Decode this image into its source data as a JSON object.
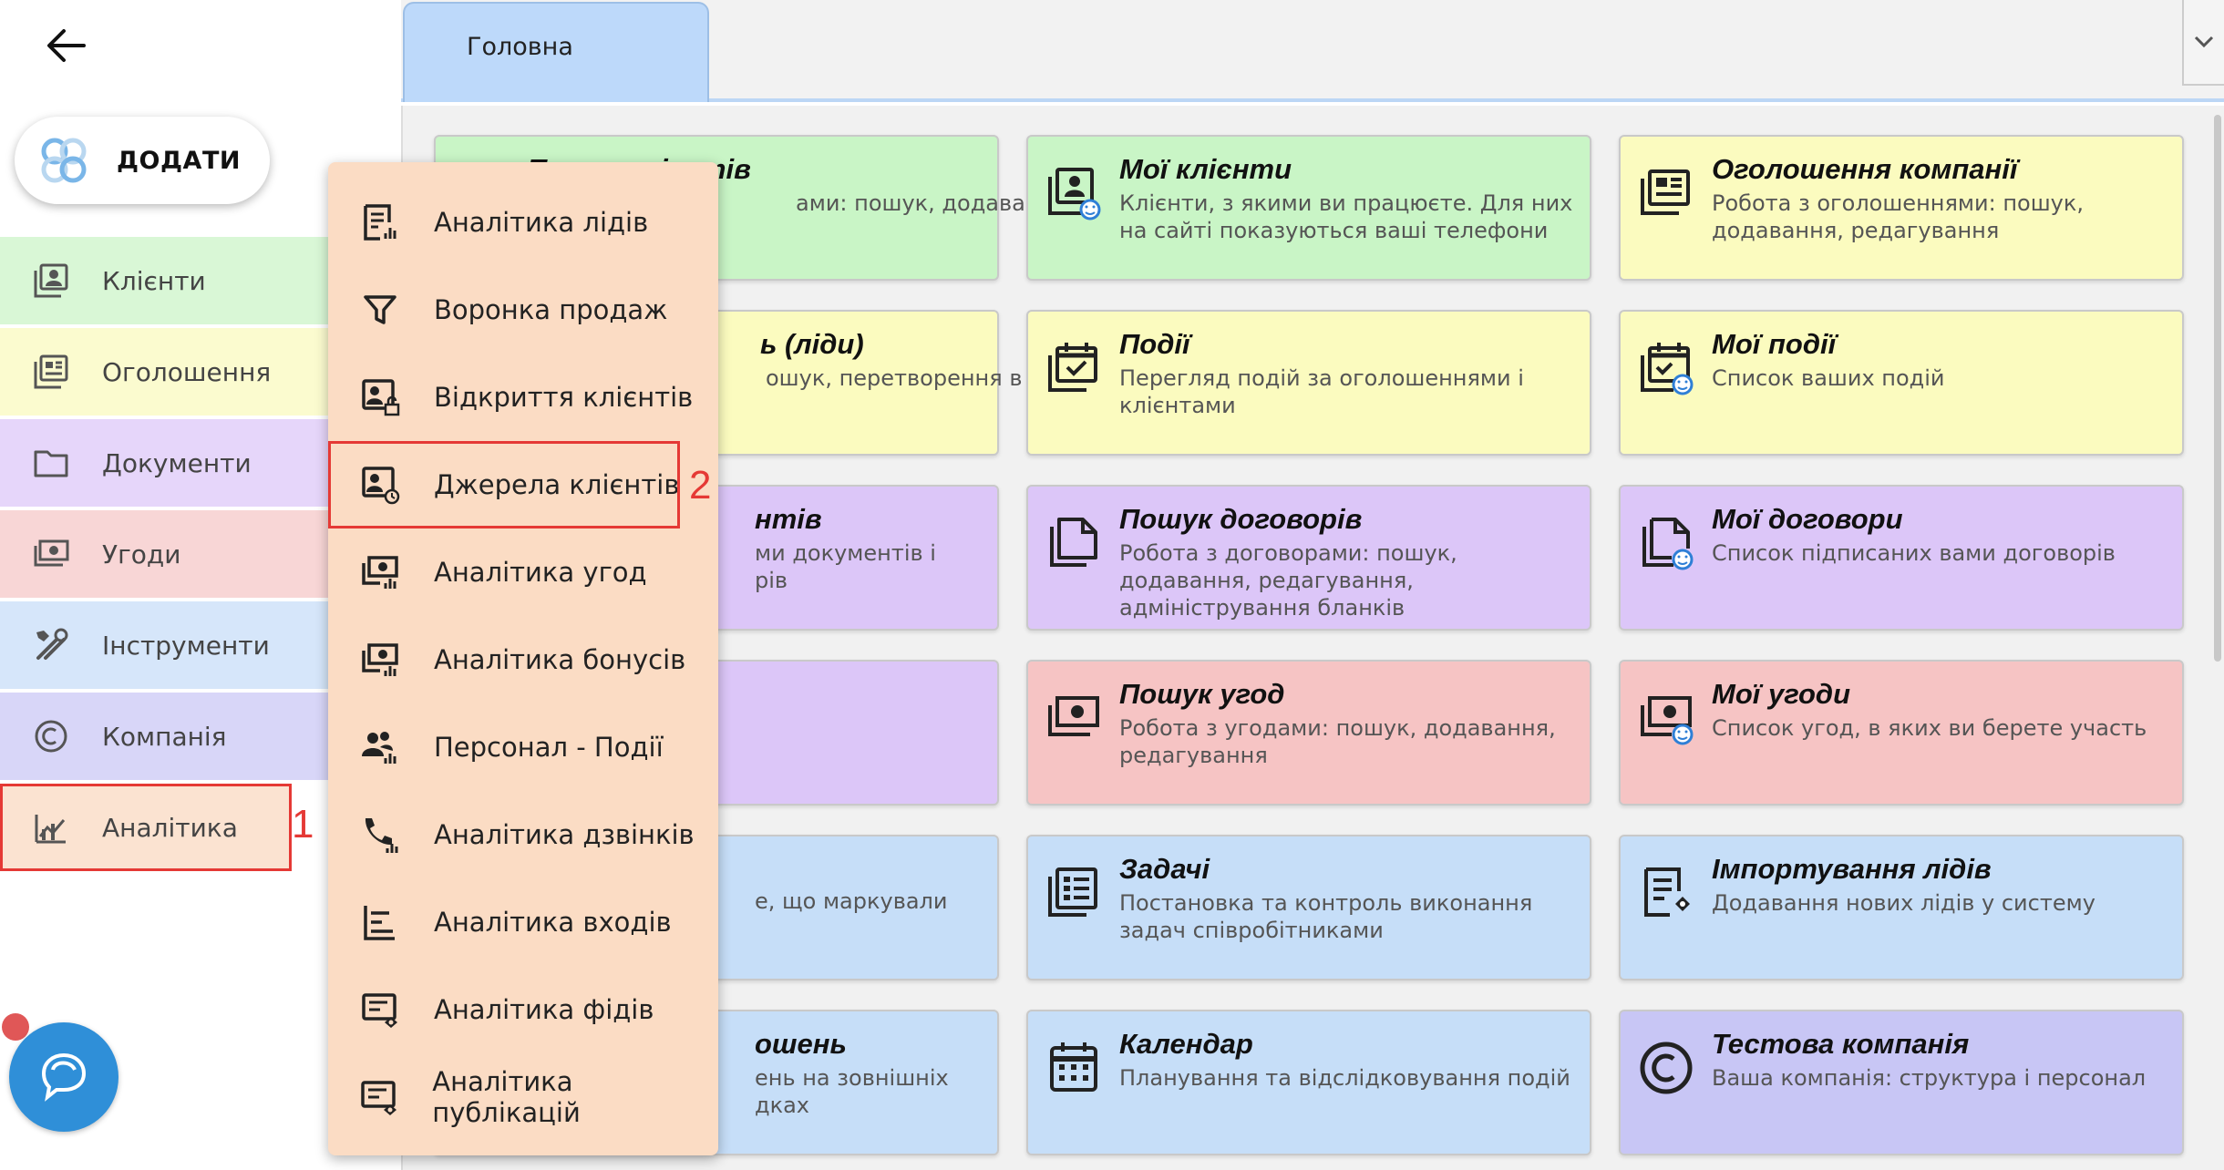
{
  "sidebar": {
    "add_label": "ДОДАТИ",
    "items": [
      {
        "label": "Клієнти",
        "icon": "clients-icon",
        "color": "#d9f7d6"
      },
      {
        "label": "Оголошення",
        "icon": "listings-icon",
        "color": "#fbfbcf"
      },
      {
        "label": "Документи",
        "icon": "folder-icon",
        "color": "#e6d6fa"
      },
      {
        "label": "Угоди",
        "icon": "money-icon",
        "color": "#f8d6d6"
      },
      {
        "label": "Інструменти",
        "icon": "tools-icon",
        "color": "#d6e6fa"
      },
      {
        "label": "Компанія",
        "icon": "copyright-icon",
        "color": "#d8d6f8"
      },
      {
        "label": "Аналітика",
        "icon": "analytics-icon",
        "color": "#fbe3d1"
      }
    ]
  },
  "callouts": {
    "one": "1",
    "two": "2"
  },
  "tabs": {
    "home": "Головна"
  },
  "popup": {
    "items": [
      {
        "label": "Аналітика лідів",
        "icon": "lead-analytics-icon"
      },
      {
        "label": "Воронка продаж",
        "icon": "funnel-icon"
      },
      {
        "label": "Відкриття клієнтів",
        "icon": "client-unlock-icon"
      },
      {
        "label": "Джерела клієнтів",
        "icon": "client-sources-icon"
      },
      {
        "label": "Аналітика угод",
        "icon": "deal-analytics-icon"
      },
      {
        "label": "Аналітика бонусів",
        "icon": "bonus-analytics-icon"
      },
      {
        "label": "Персонал - Події",
        "icon": "staff-events-icon"
      },
      {
        "label": "Аналітика дзвінків",
        "icon": "call-analytics-icon"
      },
      {
        "label": "Аналітика входів",
        "icon": "login-analytics-icon"
      },
      {
        "label": "Аналітика фідів",
        "icon": "feed-analytics-icon"
      },
      {
        "label": "Аналітика публікацій",
        "icon": "publication-analytics-icon"
      }
    ]
  },
  "cards": {
    "c1": {
      "title": "Пошук клієнтів",
      "desc": "ами: пошук, додавання,"
    },
    "c2": {
      "title": "Мої клієнти",
      "desc": "Клієнти, з якими ви працюєте. Для них на сайті показуються ваші телефони"
    },
    "c3": {
      "title": "Оголошення компанії",
      "desc": "Робота з оголошеннями: пошук, додавання, редагування"
    },
    "c4": {
      "title": "ь (ліди)",
      "desc": "ошук, перетворення в"
    },
    "c5": {
      "title": "Події",
      "desc": "Перегляд подій за оголошеннями і клієнтами"
    },
    "c6": {
      "title": "Мої події",
      "desc": "Список ваших подій"
    },
    "c7": {
      "title": "нтів",
      "desc": "ми документів і рів"
    },
    "c8": {
      "title": "Пошук договорів",
      "desc": "Робота з договорами: пошук, додавання, редагування, адміністрування бланків"
    },
    "c9": {
      "title": "Мої договори",
      "desc": "Список підписаних вами договорів"
    },
    "c10": {
      "title": "",
      "desc": ""
    },
    "c11": {
      "title": "Пошук угод",
      "desc": "Робота з угодами: пошук, додавання, редагування"
    },
    "c12": {
      "title": "Мої угоди",
      "desc": "Список угод, в яких ви берете участь"
    },
    "c13": {
      "title": "",
      "desc": "е, що маркували"
    },
    "c14": {
      "title": "Задачі",
      "desc": "Постановка та контроль виконання задач співробітниками"
    },
    "c15": {
      "title": "Імпортування лідів",
      "desc": "Додавання нових лідів у систему"
    },
    "c16": {
      "title": "ошень",
      "desc": "ень на зовнішніх дках"
    },
    "c17": {
      "title": "Календар",
      "desc": "Планування та відслідковування подій"
    },
    "c18": {
      "title": "Тестова компанія",
      "desc": "Ваша компанія: структура і персонал"
    }
  },
  "colors": {
    "accent": "#2f8fd8",
    "highlight": "#e53935",
    "popup": "#fbdcc4"
  }
}
